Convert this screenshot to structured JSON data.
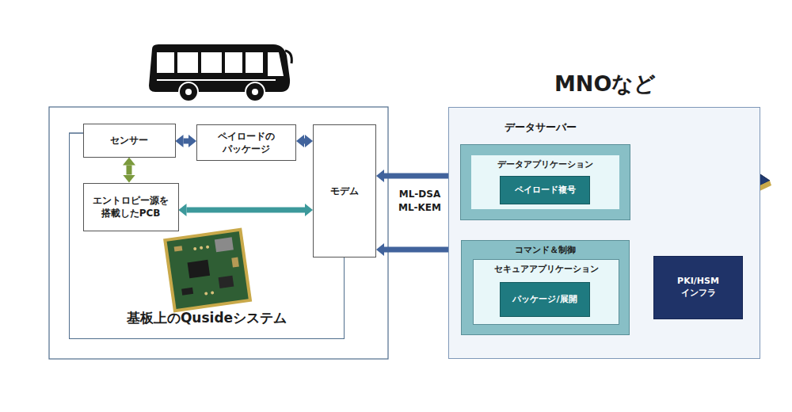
{
  "diagram": {
    "nodes": [
      {
        "text": [
          "基板上のQusideシステム"
        ]
      },
      {
        "text": [
          "センサー"
        ],
        "in": 0
      },
      {
        "text": [
          "エントロピー源を 搭載したPCB"
        ],
        "in": 0
      },
      {
        "text": [
          "ペイロードの パッケージ"
        ]
      },
      {
        "text": [
          "モデム"
        ]
      },
      {
        "text": [
          "MNOなど",
          "データサーバー"
        ]
      },
      {
        "text": [
          "データアプリケーション"
        ],
        "in": 5
      },
      {
        "text": [
          "ペイロード複号"
        ],
        "in": 6
      },
      {
        "text": [
          "コマンド＆制御"
        ],
        "in": 5
      },
      {
        "text": [
          "セキュアアプリケーション"
        ],
        "in": 8
      },
      {
        "text": [
          "パッケージ/展開"
        ],
        "in": 9
      },
      {
        "text": [
          "PKI/HSM インフラ"
        ],
        "in": 5
      }
    ],
    "edges": [
      {
        "from": 1,
        "to": 3,
        "arrow": "both"
      },
      {
        "from": 3,
        "to": 4,
        "arrow": "both"
      },
      {
        "from": 1,
        "to": 2,
        "arrow": "both"
      },
      {
        "from": 2,
        "to": 4,
        "arrow": "both"
      },
      {
        "from": 4,
        "to": 6,
        "arrow": "both"
      },
      {
        "from": 4,
        "to": 8,
        "arrow": "both"
      }
    ],
    "labels": [
      "ML-DSA",
      "ML-KEM"
    ]
  }
}
